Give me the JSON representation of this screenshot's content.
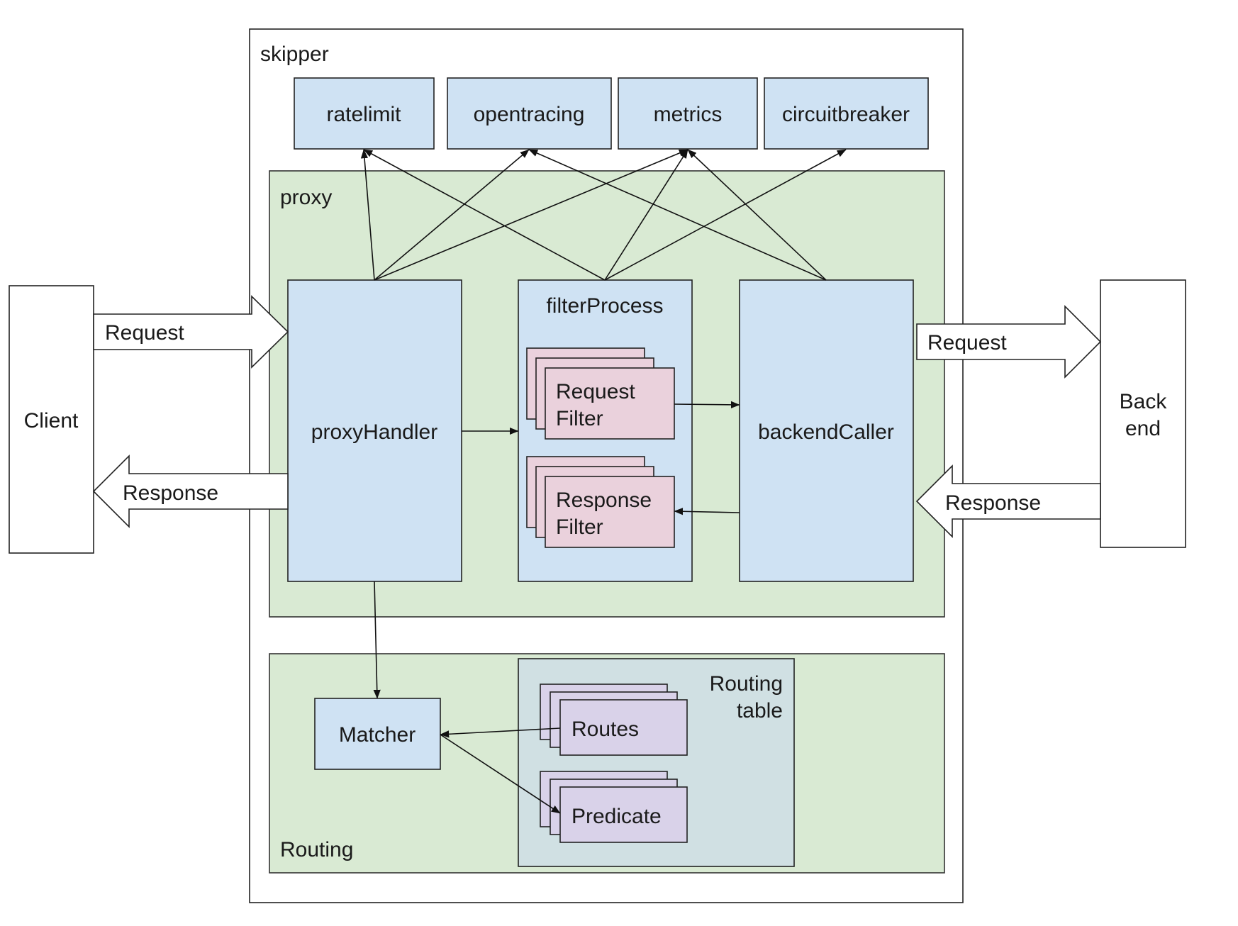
{
  "diagram": {
    "skipper": "skipper",
    "proxy": "proxy",
    "routing": "Routing",
    "middleware": {
      "ratelimit": "ratelimit",
      "opentracing": "opentracing",
      "metrics": "metrics",
      "circuitbreaker": "circuitbreaker"
    },
    "components": {
      "proxy_handler": "proxyHandler",
      "filter_process": "filterProcess",
      "backend_caller": "backendCaller",
      "request_filter_1": "Request",
      "request_filter_2": "Filter",
      "response_filter_1": "Response",
      "response_filter_2": "Filter",
      "matcher": "Matcher",
      "routing_table_1": "Routing",
      "routing_table_2": "table",
      "routes": "Routes",
      "predicate": "Predicate"
    },
    "external": {
      "client": "Client",
      "backend_1": "Back",
      "backend_2": "end"
    },
    "flows": {
      "client_request": "Request",
      "client_response": "Response",
      "backend_request": "Request",
      "backend_response": "Response"
    }
  },
  "colors": {
    "component_fill": "#cfe2f3",
    "group_fill": "#d9ead3",
    "filter_fill": "#ead1dc",
    "routing_item_fill": "#d9d2e9",
    "routing_table_fill": "#d0e0e3"
  }
}
